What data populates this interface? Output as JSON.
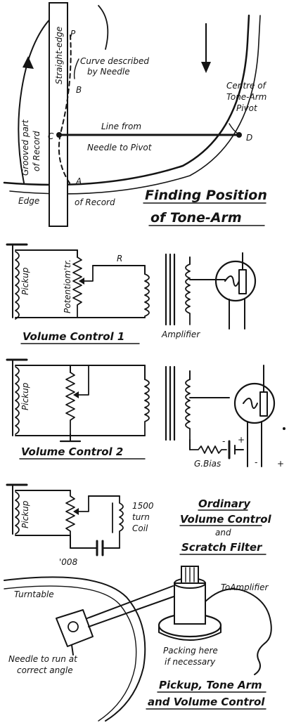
{
  "fig1": {
    "label_p": "P",
    "straight_edge": "Straight-edge",
    "curve_line1": "Curve described",
    "curve_line2": "by Needle",
    "label_b": "B",
    "label_c": "C",
    "label_a": "A",
    "label_d": "D",
    "centre_line1": "Centre of",
    "centre_line2": "Tone-Arm",
    "centre_line3": "Pivot",
    "line_from": "Line from",
    "needle_to_pivot": "Needle to Pivot",
    "grooved_line1": "Grooved part",
    "grooved_line2": "of Record",
    "edge": "Edge",
    "of_record": "of Record",
    "title_line1": "Finding Position",
    "title_line2": "of Tone-Arm"
  },
  "fig2": {
    "pickup": "Pickup",
    "potentiometer": "Potentiom'tr.",
    "label_r": "R",
    "title": "Volume Control 1",
    "amplifier": "Amplifier"
  },
  "fig3": {
    "pickup": "Pickup",
    "title": "Volume Control 2",
    "gbias": "G.Bias",
    "minus": "-",
    "plus": "+",
    "plus2": "+",
    "minus2": "-"
  },
  "fig4": {
    "pickup": "Pickup",
    "coil_line1": "1500",
    "coil_line2": "turn",
    "coil_line3": "Coil",
    "cap_value": "'008",
    "title_line1": "Ordinary",
    "title_line2": "Volume Control",
    "title_line3": "and",
    "title_line4": "Scratch Filter"
  },
  "fig5": {
    "turntable": "Turntable",
    "to_amplifier": "ToAmplifier",
    "needle_line1": "Needle to run at",
    "needle_line2": "correct angle",
    "packing_line1": "Packing here",
    "packing_line2": "if necessary",
    "title_line1": "Pickup, Tone Arm",
    "title_line2": "and Volume Control"
  }
}
